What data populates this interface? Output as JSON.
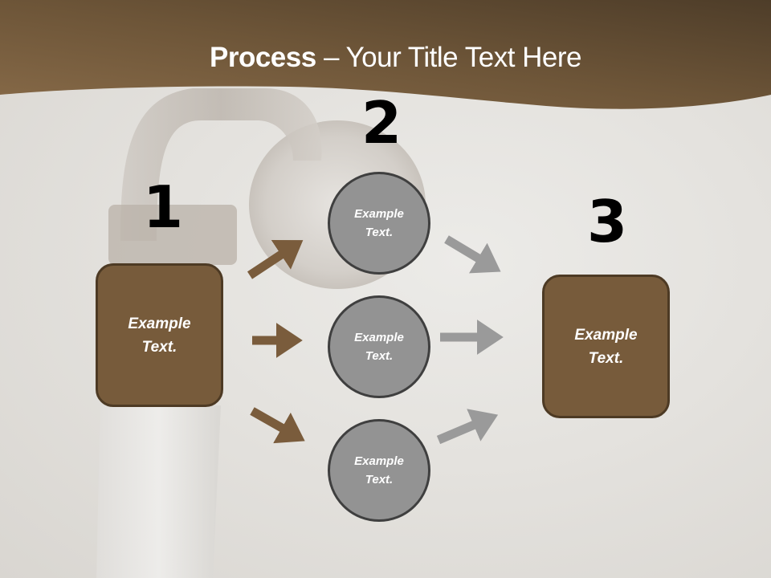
{
  "slide": {
    "title_bold": "Process",
    "title_rest": " – Your Title Text Here"
  },
  "colors": {
    "header": "#6e5539",
    "box_fill": "#775b3b",
    "box_border": "#4d3a24",
    "circle_fill": "#939393",
    "circle_border": "#3f3f3f",
    "arrow_brown": "#7a5c3c",
    "arrow_gray": "#9a9a9a"
  },
  "steps": [
    {
      "number": "1",
      "label_line1": "Example",
      "label_line2": "Text."
    },
    {
      "number": "2",
      "items": [
        {
          "label_line1": "Example",
          "label_line2": "Text."
        },
        {
          "label_line1": "Example",
          "label_line2": "Text."
        },
        {
          "label_line1": "Example",
          "label_line2": "Text."
        }
      ]
    },
    {
      "number": "3",
      "label_line1": "Example",
      "label_line2": "Text."
    }
  ]
}
